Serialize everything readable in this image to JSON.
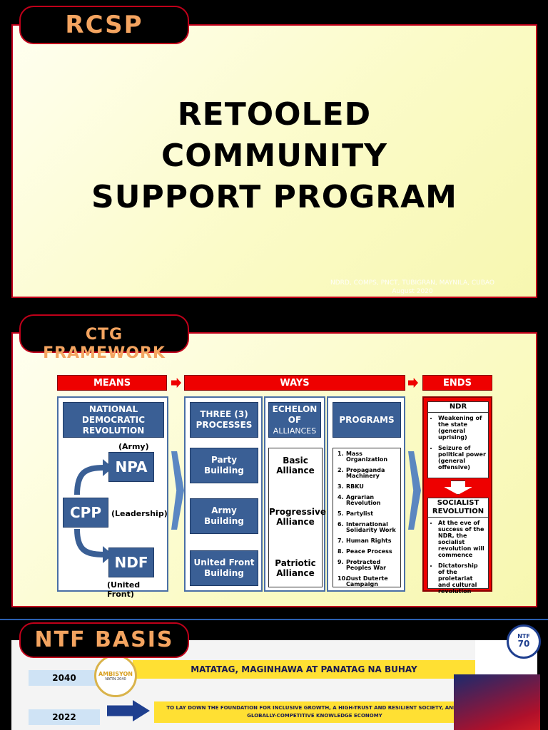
{
  "slide1": {
    "tag": "RCSP",
    "title_lines": [
      "RETOOLED",
      "COMMUNITY",
      "SUPPORT PROGRAM"
    ],
    "faded_line1": "NDRD, COMPS, PNCT, TUBIGRAN, MAYNILA, CUBAO",
    "faded_line2": "August 2020"
  },
  "slide2": {
    "tag_line1": "CTG",
    "tag_line2": "FRAMEWORK",
    "headers": {
      "means": "MEANS",
      "ways": "WAYS",
      "ends": "ENDS"
    },
    "means": {
      "title": "NATIONAL DEMOCRATIC REVOLUTION",
      "npa": "NPA",
      "npa_note": "(Army)",
      "cpp": "CPP",
      "cpp_note": "(Leadership)",
      "ndf": "NDF",
      "ndf_note": "(United Front)"
    },
    "processes": {
      "title": "THREE (3) PROCESSES",
      "items": [
        "Party Building",
        "Army Building",
        "United Front Building"
      ]
    },
    "echelon": {
      "title_line1": "ECHELON",
      "title_line2": "OF",
      "title_line3": "ALLIANCES",
      "items": [
        "Basic Alliance",
        "Progressive Alliance",
        "Patriotic Alliance"
      ]
    },
    "programs": {
      "title": "PROGRAMS",
      "items": [
        {
          "n": "1.",
          "t": "Mass Organization"
        },
        {
          "n": "2.",
          "t": "Propaganda Machinery"
        },
        {
          "n": "3.",
          "t": "RBKU"
        },
        {
          "n": "4.",
          "t": "Agrarian Revolution"
        },
        {
          "n": "5.",
          "t": "Partylist"
        },
        {
          "n": "6.",
          "t": "International Solidarity Work"
        },
        {
          "n": "7.",
          "t": "Human Rights"
        },
        {
          "n": "8.",
          "t": "Peace Process"
        },
        {
          "n": "9.",
          "t": "Protracted Peoples War"
        },
        {
          "n": "10.",
          "t": "Oust Duterte Campaign"
        }
      ]
    },
    "ends": {
      "ndr_title": "NDR",
      "ndr_items": [
        "Weakening of the state (general uprising)",
        "Seizure of political power (general offensive)"
      ],
      "sr_title": "SOCIALIST REVOLUTION",
      "sr_items": [
        "At the eve of success of the NDR, the socialist revolution will commence",
        "Dictatorship of the proletariat and cultural revolution"
      ]
    }
  },
  "slide3": {
    "tag": "NTF BASIS",
    "year1": "2040",
    "bar1": "MATATAG, MAGINHAWA AT PANATAG NA BUHAY",
    "year2": "2022",
    "bar2_line1": "TO LAY DOWN THE FOUNDATION FOR INCLUSIVE GROWTH, A HIGH-TRUST AND RESILIENT SOCIETY, AND A",
    "bar2_line2": "GLOBALLY-COMPETITIVE KNOWLEDGE ECONOMY",
    "logo_text": "AMBISYON",
    "logo_sub": "NATIN 2040",
    "seal_text": "NTF",
    "seal_num": "70"
  },
  "colors": {
    "accent": "#c0001a",
    "tag_text": "#f4a460",
    "box_blue": "#3a5f95",
    "header_red": "#ee0000"
  }
}
